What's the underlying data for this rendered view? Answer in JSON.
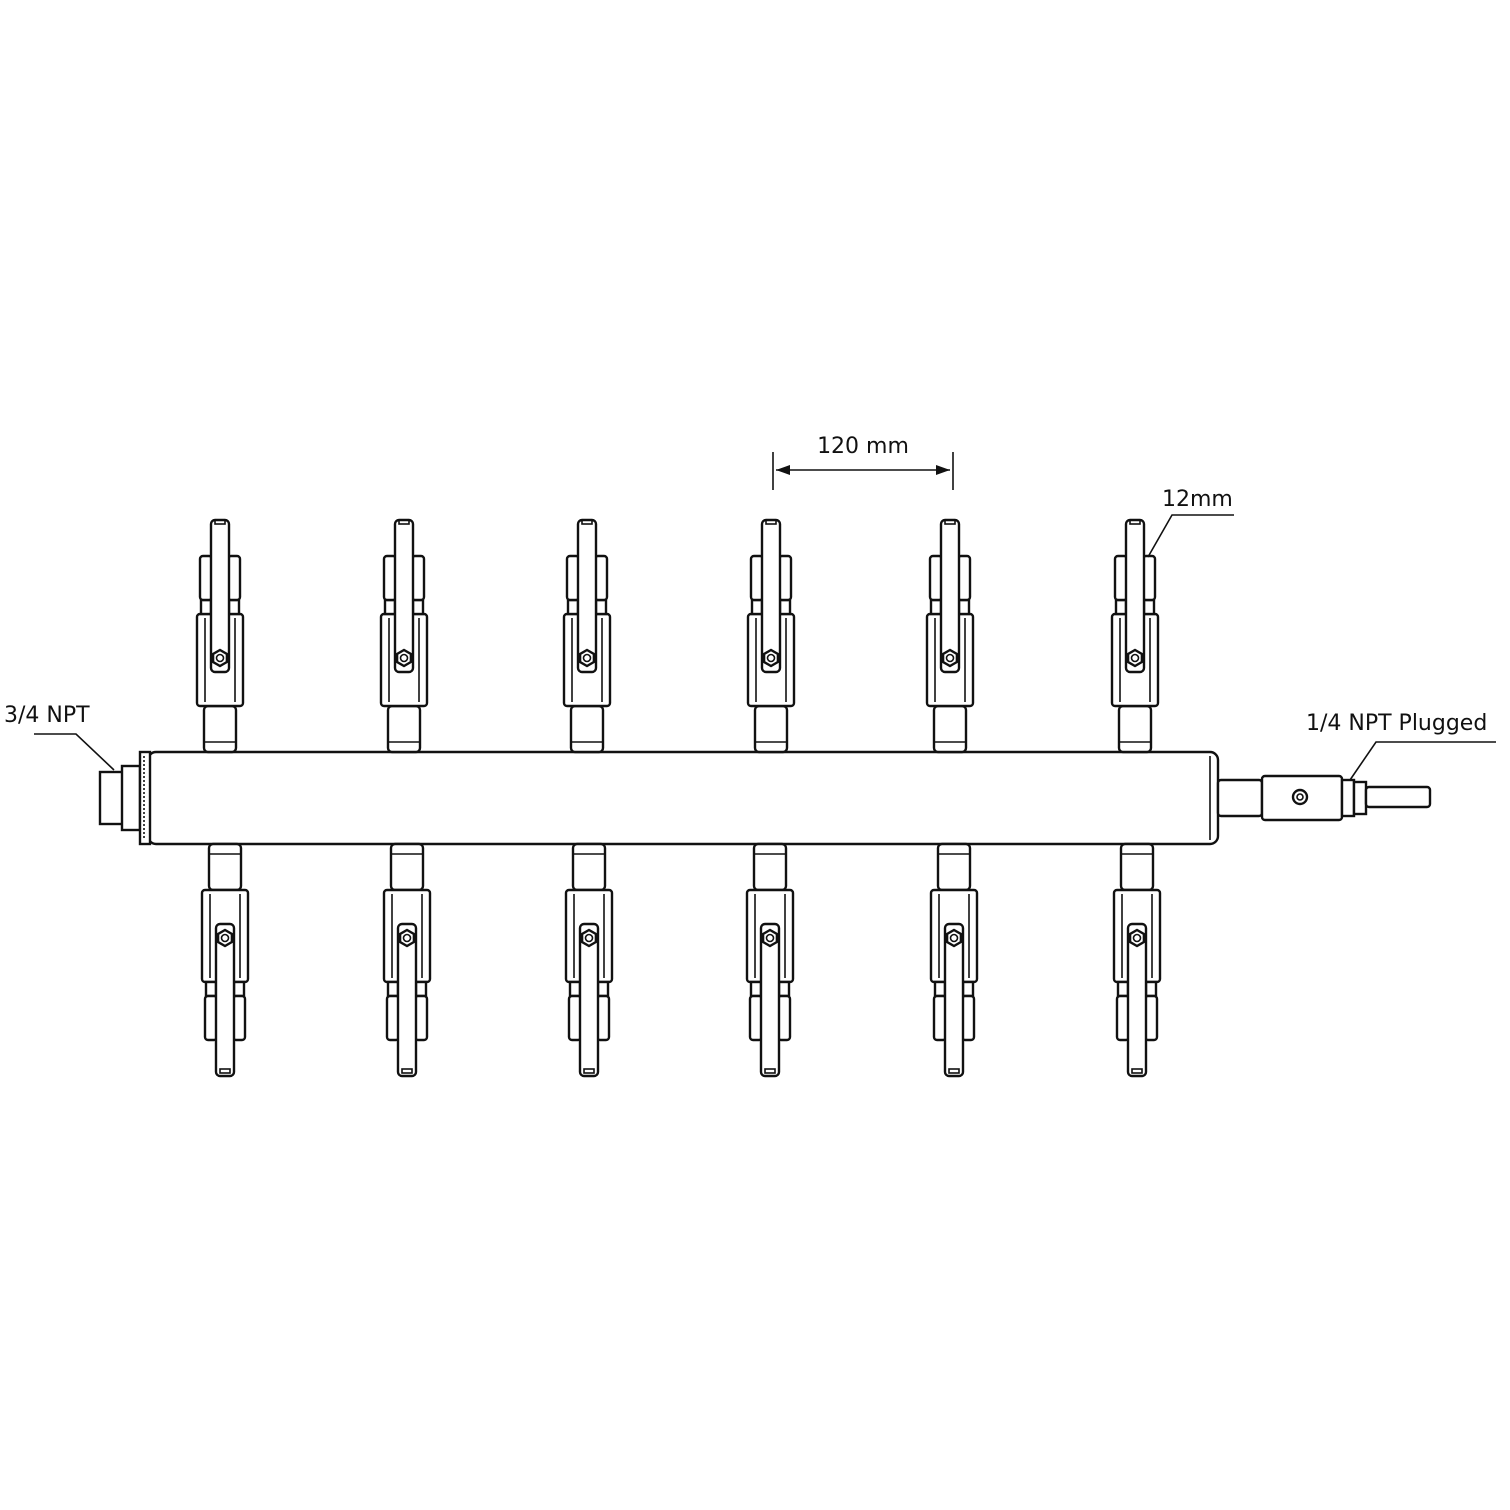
{
  "labels": {
    "inlet": "3/4 NPT",
    "outlet": "1/4 NPT Plugged",
    "spacing": "120 mm",
    "tube": "12mm"
  },
  "manifold": {
    "ports_per_side": 6,
    "sides": [
      "top",
      "bottom"
    ]
  },
  "colors": {
    "line": "#111111",
    "background": "#ffffff"
  }
}
